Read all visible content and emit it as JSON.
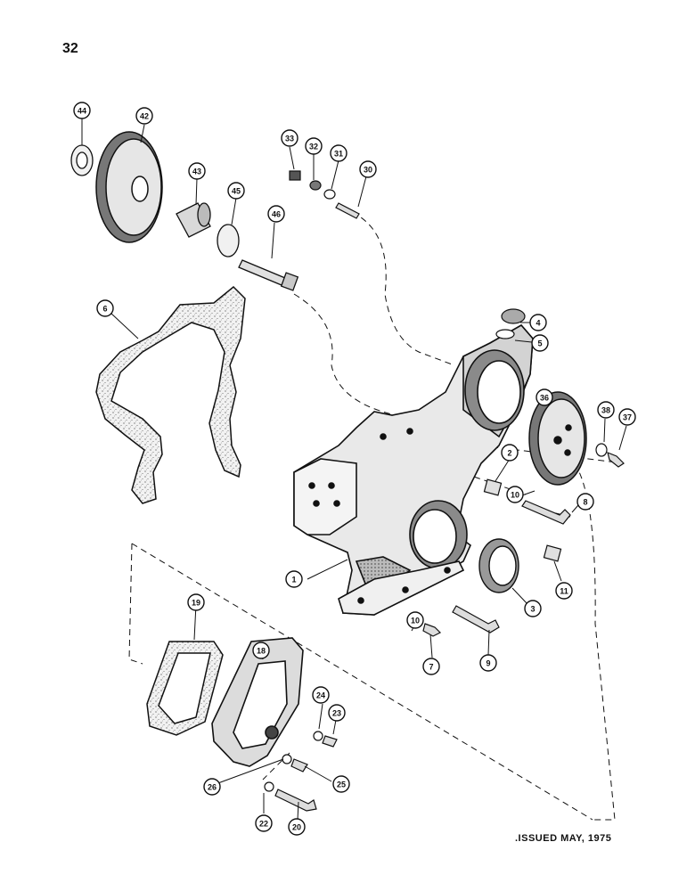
{
  "page_number": "32",
  "issued": ".ISSUED MAY, 1975",
  "callouts": [
    "1",
    "2",
    "3",
    "4",
    "5",
    "6",
    "7",
    "8",
    "9",
    "10",
    "10",
    "11",
    "18",
    "19",
    "20",
    "22",
    "23",
    "24",
    "25",
    "26",
    "30",
    "31",
    "32",
    "33",
    "36",
    "37",
    "38",
    "42",
    "43",
    "44",
    "45",
    "46"
  ]
}
